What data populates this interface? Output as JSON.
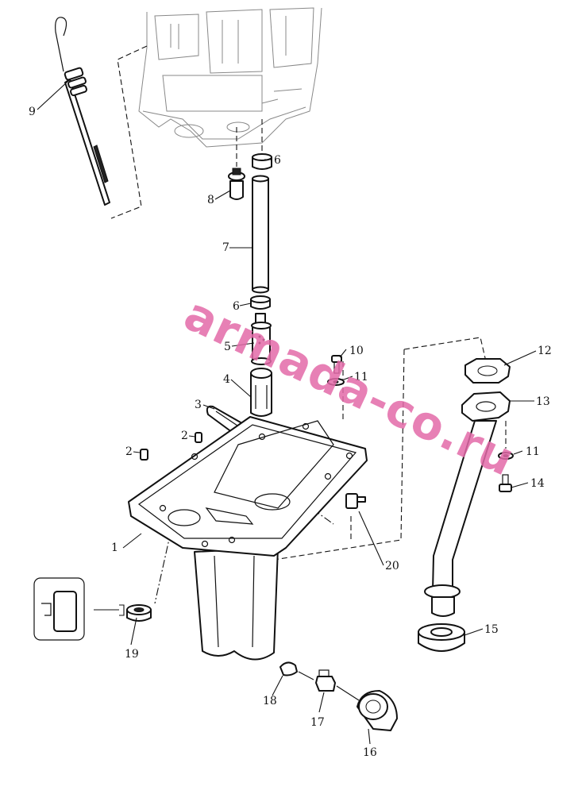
{
  "watermark": "armada-co.ru",
  "callouts": {
    "c1": "1",
    "c2a": "2",
    "c2b": "2",
    "c3": "3",
    "c4": "4",
    "c5": "5",
    "c6a": "6",
    "c6b": "6",
    "c7": "7",
    "c8": "8",
    "c9": "9",
    "c10": "10",
    "c11a": "11",
    "c11b": "11",
    "c12": "12",
    "c13": "13",
    "c14": "14",
    "c15": "15",
    "c16": "16",
    "c17": "17",
    "c18": "18",
    "c19": "19",
    "c20": "20"
  },
  "colors": {
    "line": "#111111",
    "watermark": "#e36aa8",
    "background": "#ffffff"
  }
}
